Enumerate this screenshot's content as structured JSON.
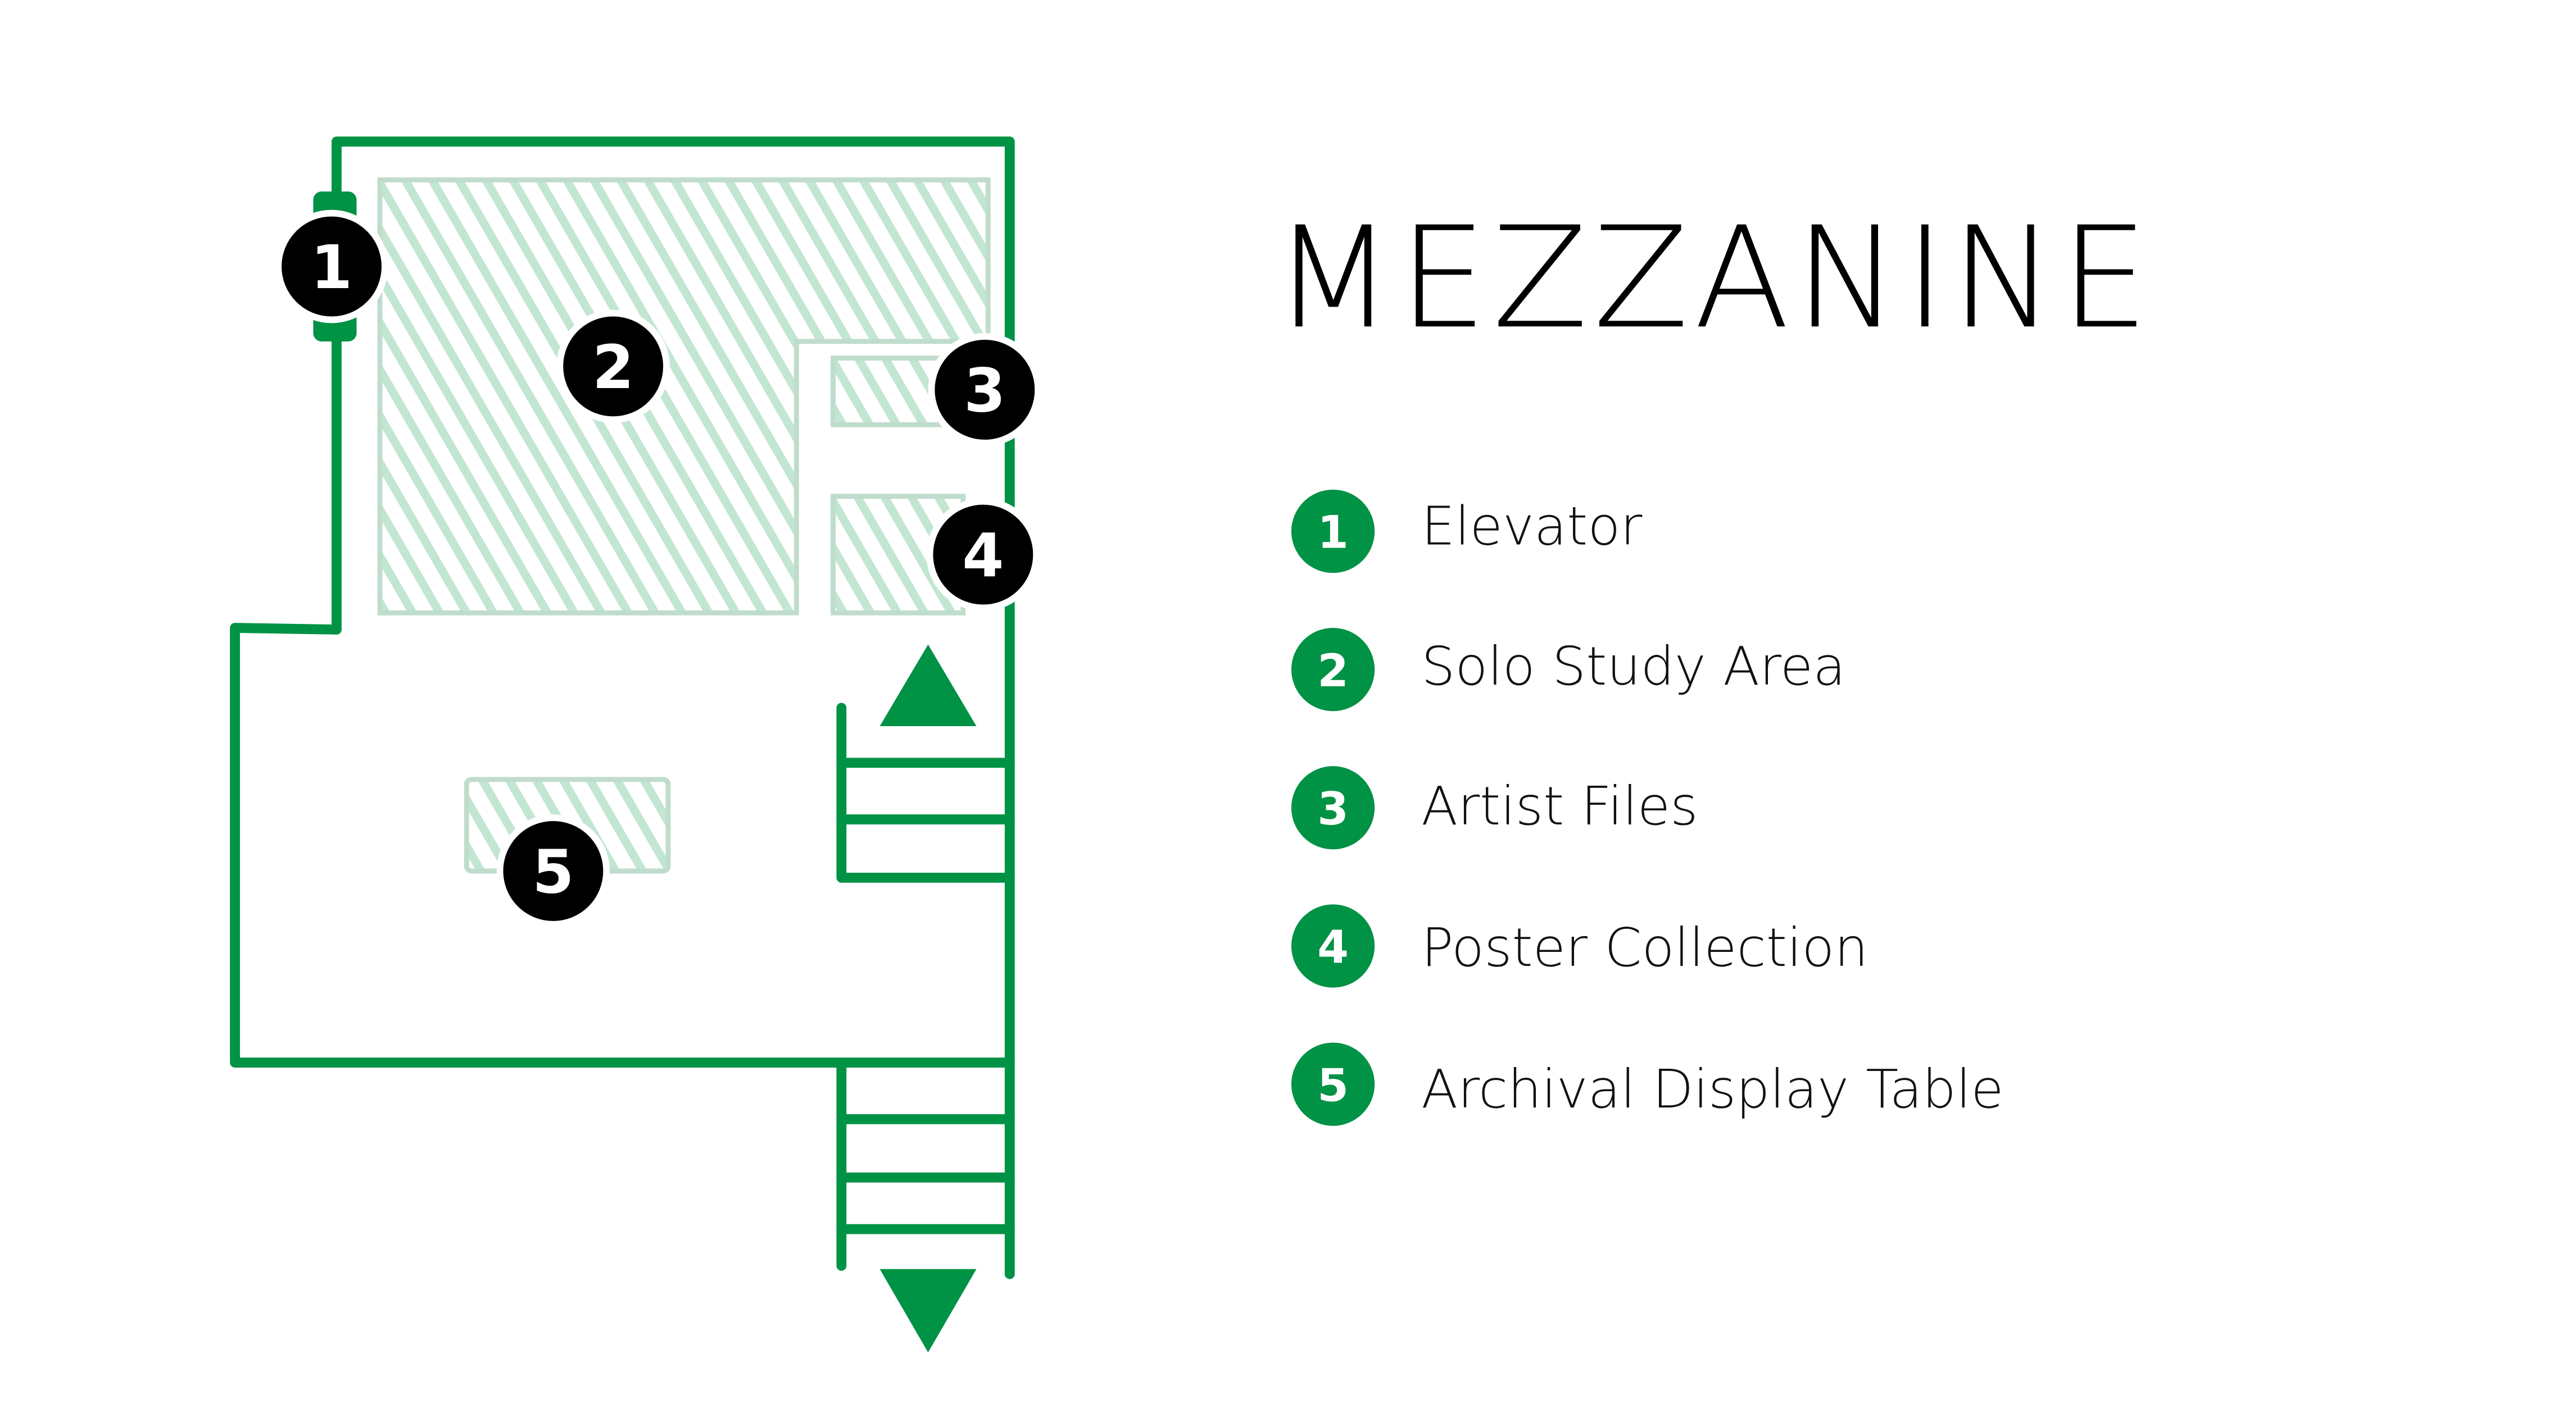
{
  "title": "MEZZANINE",
  "colors": {
    "accent": "#009245",
    "hatch": "#c2e6d2",
    "marker": "#000000"
  },
  "markers": [
    "1",
    "2",
    "3",
    "4",
    "5"
  ],
  "legend": [
    {
      "number": "1",
      "label": "Elevator"
    },
    {
      "number": "2",
      "label": "Solo Study Area"
    },
    {
      "number": "3",
      "label": "Artist Files"
    },
    {
      "number": "4",
      "label": "Poster Collection"
    },
    {
      "number": "5",
      "label": "Archival Display Table"
    }
  ],
  "icons": {
    "stairs_up": "triangle-up-icon",
    "stairs_down": "triangle-down-icon"
  }
}
